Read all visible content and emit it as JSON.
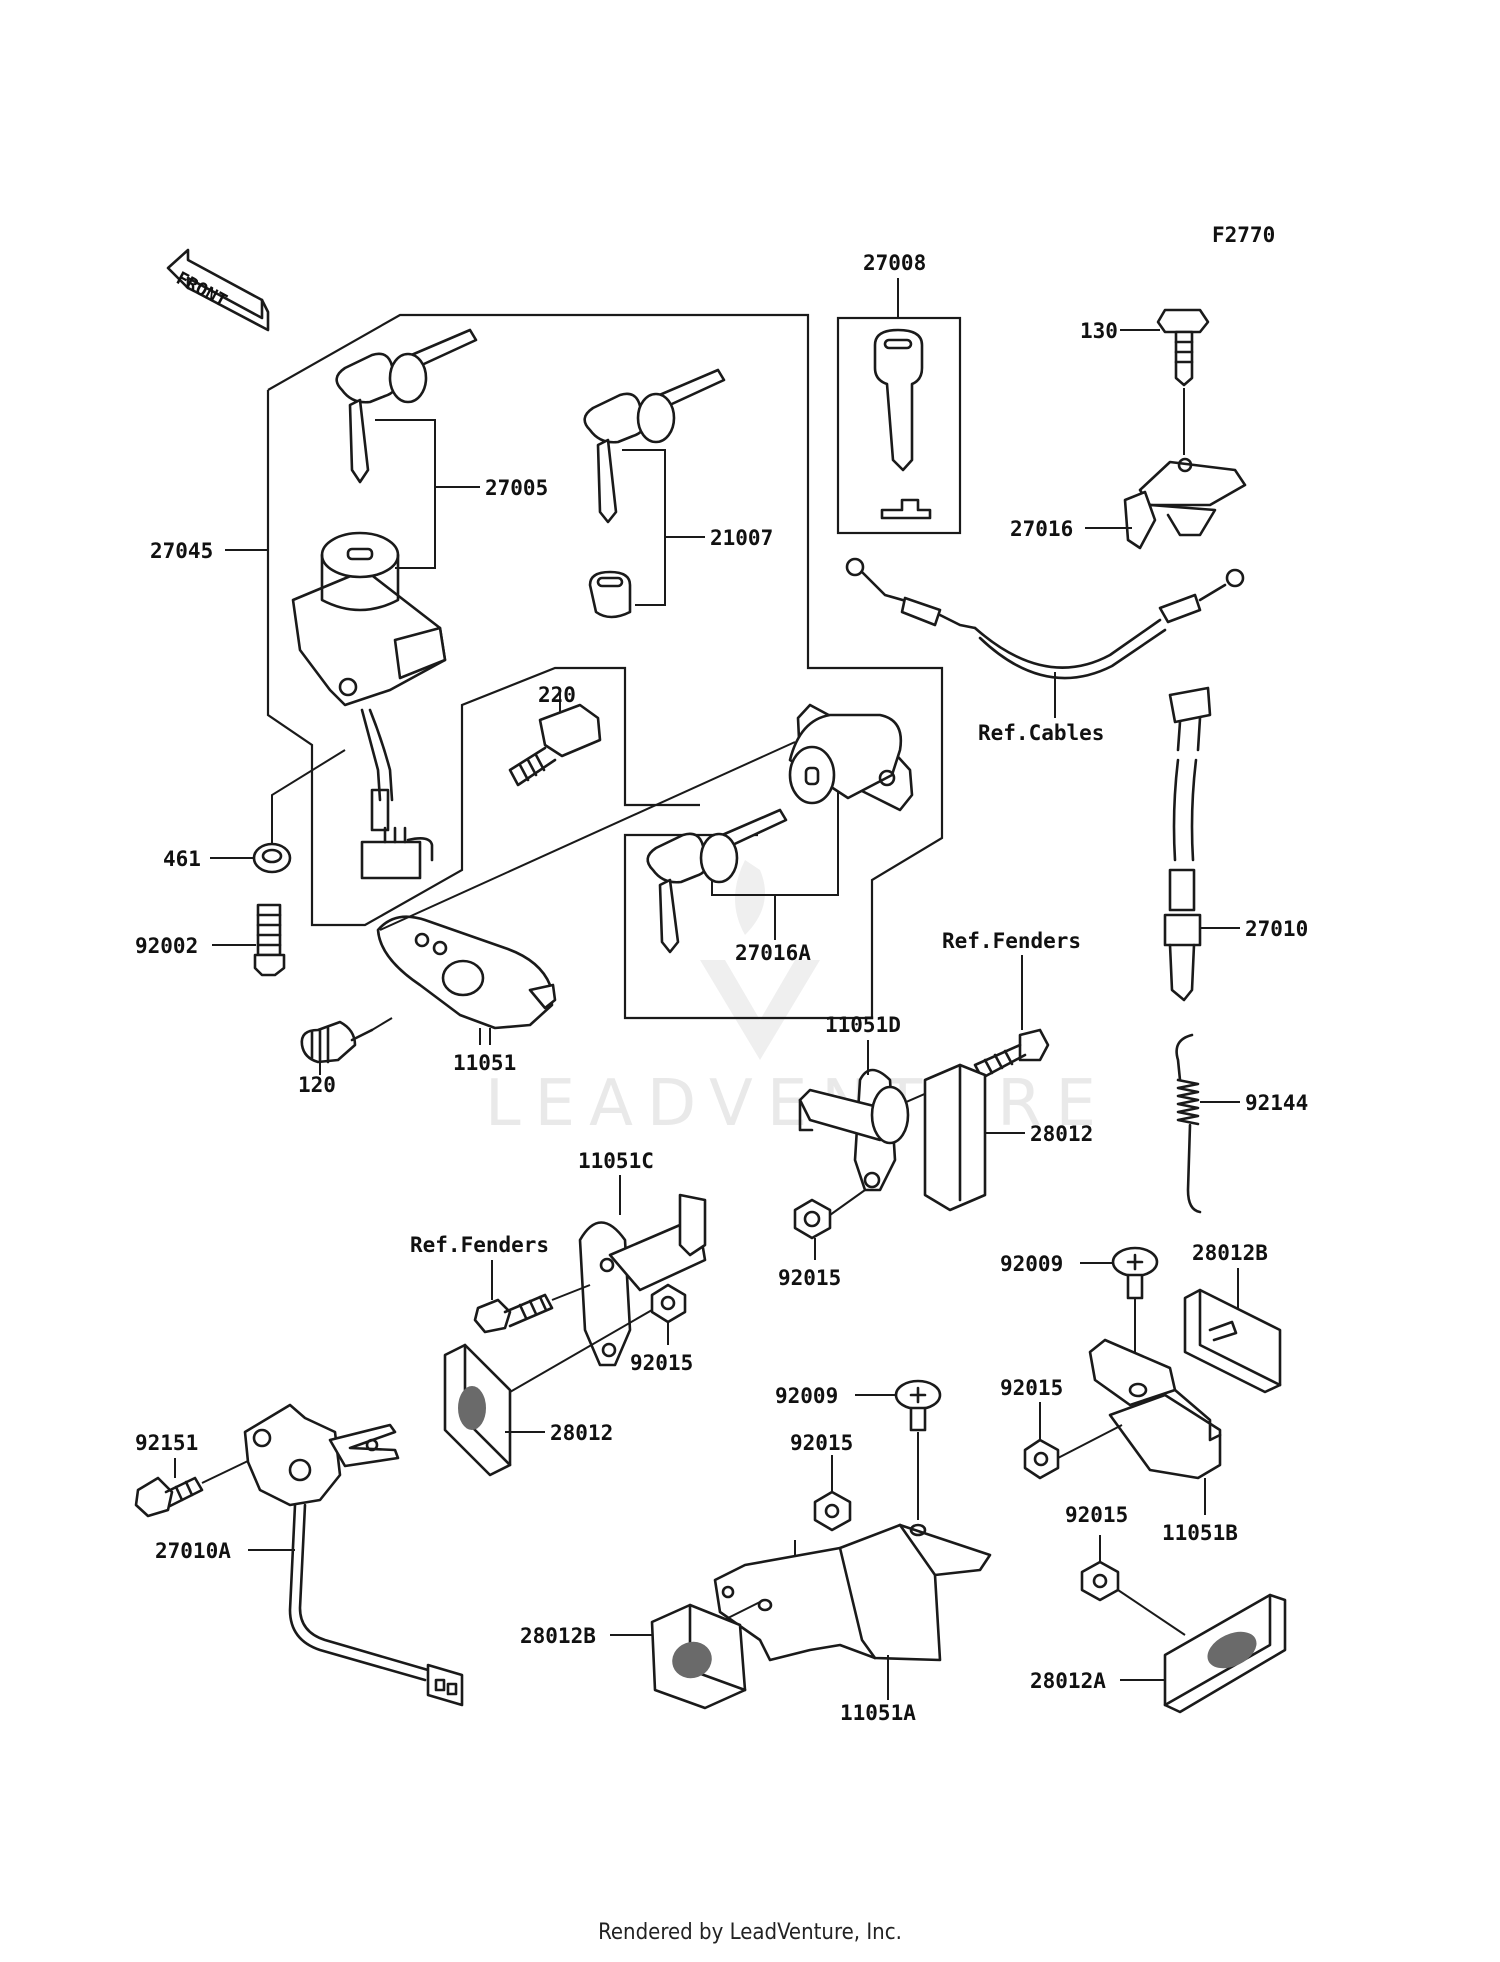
{
  "diagram_id": "F2770",
  "front_label": "FRONT",
  "watermark": "LEADVENTURE",
  "footer": "Rendered by LeadVenture, Inc.",
  "labels": {
    "l27008": "27008",
    "l130": "130",
    "l27016": "27016",
    "l27005": "27005",
    "l21007": "21007",
    "l27045": "27045",
    "l220": "220",
    "l461": "461",
    "l92002": "92002",
    "l120": "120",
    "l11051": "11051",
    "l27016A": "27016A",
    "lRefCables": "Ref.Cables",
    "l27010": "27010",
    "lRefFenders1": "Ref.Fenders",
    "l11051D": "11051D",
    "l28012a": "28012",
    "l92144": "92144",
    "l92015a": "92015",
    "l11051C": "11051C",
    "lRefFenders2": "Ref.Fenders",
    "l92015b": "92015",
    "l28012b": "28012",
    "l92009a": "92009",
    "l28012B1": "28012B",
    "l92015c": "92015",
    "l92151": "92151",
    "l92009b": "92009",
    "l92015d": "92015",
    "l11051B": "11051B",
    "l27010A": "27010A",
    "l92015e": "92015",
    "l28012B2": "28012B",
    "l11051A": "11051A",
    "l28012A": "28012A"
  }
}
